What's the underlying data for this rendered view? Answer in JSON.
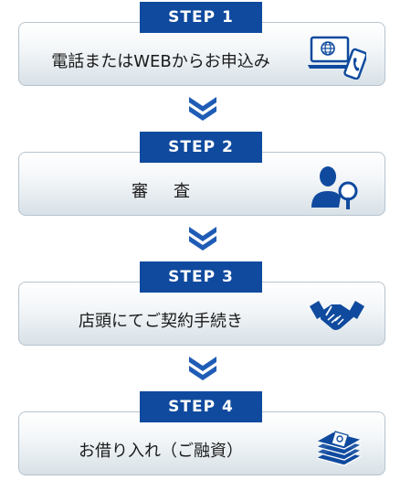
{
  "steps": [
    {
      "label": "STEP 1",
      "text": "電話またはWEBからお申込み",
      "icon": "phone-laptop-icon"
    },
    {
      "label": "STEP 2",
      "text": "審査",
      "icon": "person-search-icon"
    },
    {
      "label": "STEP 3",
      "text": "店頭にてご契約手続き",
      "icon": "handshake-icon"
    },
    {
      "label": "STEP 4",
      "text": "お借り入れ（ご融資）",
      "icon": "money-stack-icon"
    }
  ],
  "colors": {
    "label_bg": "#0f4a9e",
    "icon": "#0f4a9e",
    "arrow": "#1f5cb5",
    "box_border": "#b6c4cf"
  }
}
